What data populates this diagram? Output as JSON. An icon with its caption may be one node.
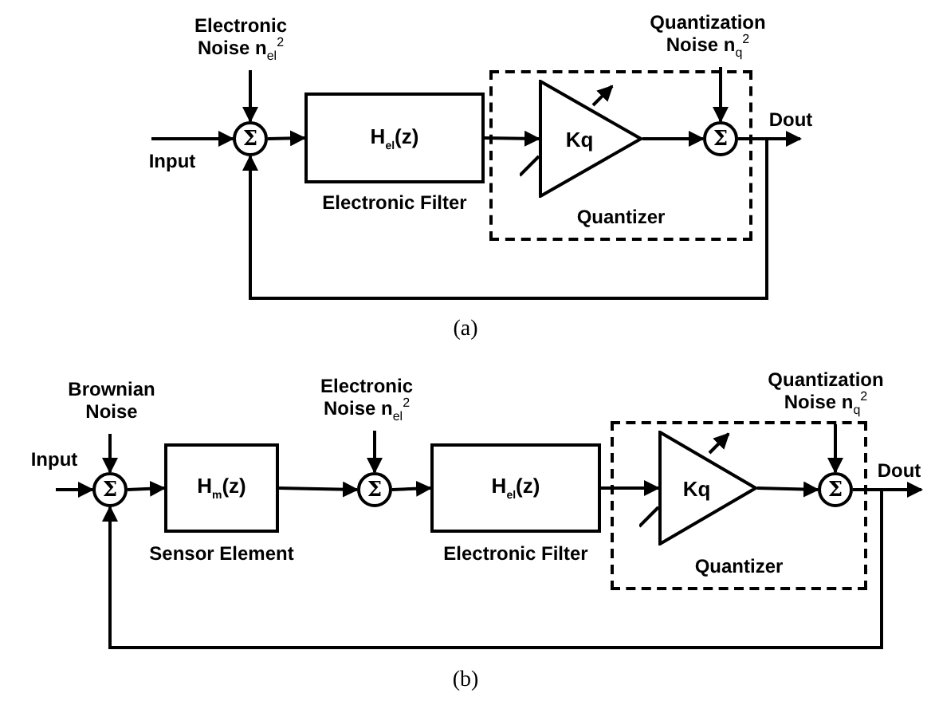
{
  "diagram": {
    "nodes": [
      {
        "text": [
          "Electronic Noise n$_{el}$$^{2}$"
        ]
      },
      {
        "text": [
          "Σ"
        ]
      },
      {
        "text": [
          "H$_{el}$(z)"
        ],
        "beside": [
          "Electronic Filter"
        ]
      },
      {
        "text": [
          "Quantizer"
        ]
      },
      {
        "text": [
          "Kq"
        ],
        "in": 3
      },
      {
        "text": [
          "Quantization Noise n$_{q}$$^{2}$"
        ]
      },
      {
        "text": [
          "Σ"
        ],
        "in": 3
      },
      {
        "text": [
          "Brownian Noise"
        ]
      },
      {
        "text": [
          "Σ"
        ]
      },
      {
        "text": [
          "H$_{m}$(z)"
        ],
        "beside": [
          "Sensor Element"
        ]
      },
      {
        "text": [
          "Electronic Noise n$_{el}$$^{2}$"
        ]
      },
      {
        "text": [
          "Σ"
        ]
      },
      {
        "text": [
          "H$_{el}$(z)"
        ],
        "beside": [
          "Electronic Filter"
        ]
      },
      {
        "text": [
          "Quantizer"
        ]
      },
      {
        "text": [
          "Kq"
        ],
        "in": 13
      },
      {
        "text": [
          "Quantization Noise n$_{q}$$^{2}$"
        ]
      },
      {
        "text": [
          "Σ"
        ],
        "in": 13
      }
    ],
    "edges": [
      {
        "from": null,
        "to": 1,
        "arrow": "to",
        "label": "Input"
      },
      {
        "from": 0,
        "to": 1,
        "arrow": "to"
      },
      {
        "from": 1,
        "to": 2,
        "arrow": "to"
      },
      {
        "from": 2,
        "to": 4,
        "arrow": "to"
      },
      {
        "from": 4,
        "to": 6,
        "arrow": "to"
      },
      {
        "from": 5,
        "to": 6,
        "arrow": "to"
      },
      {
        "from": 6,
        "to": null,
        "arrow": "to",
        "label": "Dout"
      },
      {
        "from": 6,
        "to": 1,
        "arrow": "to"
      },
      {
        "from": null,
        "to": 8,
        "arrow": "to",
        "label": "Input"
      },
      {
        "from": 7,
        "to": 8,
        "arrow": "to"
      },
      {
        "from": 8,
        "to": 9,
        "arrow": "to"
      },
      {
        "from": 9,
        "to": 11,
        "arrow": "to"
      },
      {
        "from": 10,
        "to": 11,
        "arrow": "to"
      },
      {
        "from": 11,
        "to": 12,
        "arrow": "to"
      },
      {
        "from": 12,
        "to": 14,
        "arrow": "to"
      },
      {
        "from": 14,
        "to": 16,
        "arrow": "to"
      },
      {
        "from": 15,
        "to": 16,
        "arrow": "to"
      },
      {
        "from": 16,
        "to": null,
        "arrow": "to",
        "label": "Dout"
      },
      {
        "from": 16,
        "to": 8,
        "arrow": "to"
      }
    ],
    "labels": [
      "(a)",
      "(b)"
    ]
  }
}
